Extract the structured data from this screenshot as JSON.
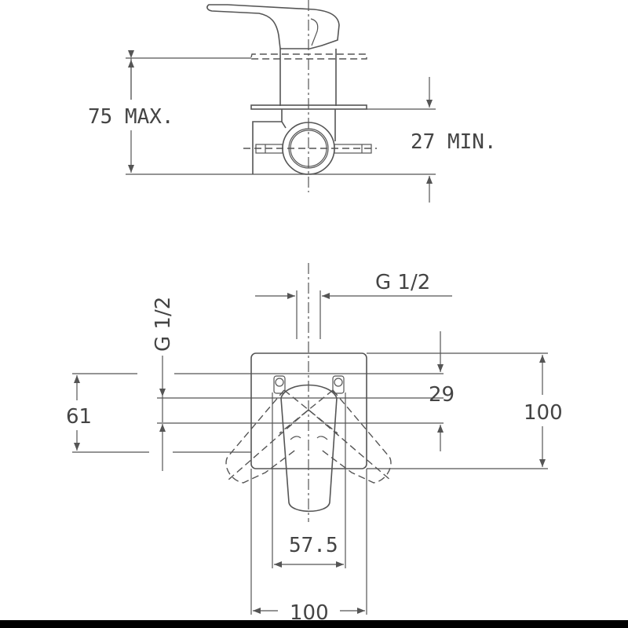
{
  "drawing": {
    "side_view": {
      "dim_depth_max": "75 MAX.",
      "dim_depth_min": "27 MIN."
    },
    "front_view": {
      "thread_horizontal": "G 1/2",
      "thread_vertical": "G 1/2",
      "dim_61": "61",
      "dim_29": "29",
      "dim_height": "100",
      "dim_57_5": "57.5",
      "dim_width": "100"
    }
  },
  "colors": {
    "line": "#555555",
    "text": "#444444",
    "background": "#ffffff",
    "bottom_bar": "#000000"
  }
}
